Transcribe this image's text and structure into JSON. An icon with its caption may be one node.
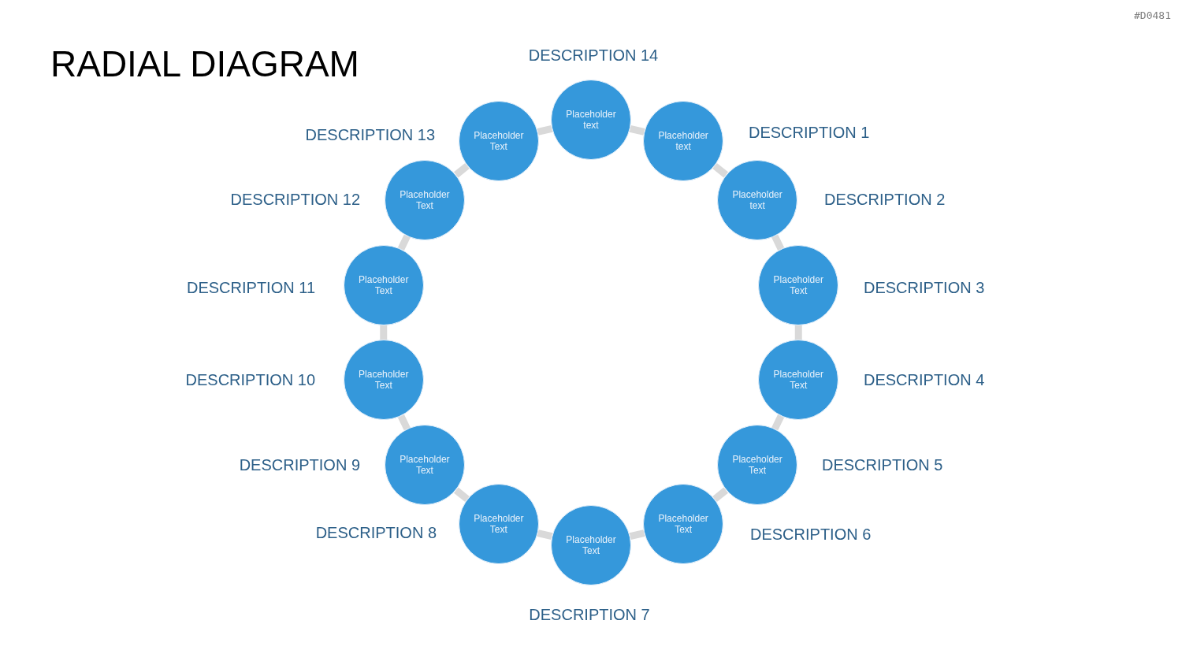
{
  "diagram": {
    "title": "RADIAL DIAGRAM",
    "nodes": [
      {
        "text": [
          "Placeholder text"
        ],
        "beside": [
          "DESCRIPTION 1"
        ]
      },
      {
        "text": [
          "Placeholder text"
        ],
        "beside": [
          "DESCRIPTION 2"
        ]
      },
      {
        "text": [
          "Placeholder Text"
        ],
        "beside": [
          "DESCRIPTION 3"
        ]
      },
      {
        "text": [
          "Placeholder Text"
        ],
        "beside": [
          "DESCRIPTION 4"
        ]
      },
      {
        "text": [
          "Placeholder Text"
        ],
        "beside": [
          "DESCRIPTION 5"
        ]
      },
      {
        "text": [
          "Placeholder Text"
        ],
        "beside": [
          "DESCRIPTION 6"
        ]
      },
      {
        "text": [
          "Placeholder Text"
        ],
        "beside": [
          "DESCRIPTION 7"
        ]
      },
      {
        "text": [
          "Placeholder Text"
        ],
        "beside": [
          "DESCRIPTION 8"
        ]
      },
      {
        "text": [
          "Placeholder Text"
        ],
        "beside": [
          "DESCRIPTION 9"
        ]
      },
      {
        "text": [
          "Placeholder Text"
        ],
        "beside": [
          "DESCRIPTION 10"
        ]
      },
      {
        "text": [
          "Placeholder Text"
        ],
        "beside": [
          "DESCRIPTION 11"
        ]
      },
      {
        "text": [
          "Placeholder Text"
        ],
        "beside": [
          "DESCRIPTION 12"
        ]
      },
      {
        "text": [
          "Placeholder Text"
        ],
        "beside": [
          "DESCRIPTION 13"
        ]
      },
      {
        "text": [
          "Placeholder text"
        ],
        "beside": [
          "DESCRIPTION 14"
        ]
      }
    ],
    "edges": [
      {
        "from": 0,
        "to": 1,
        "arrow": "none"
      },
      {
        "from": 1,
        "to": 2,
        "arrow": "none"
      },
      {
        "from": 2,
        "to": 3,
        "arrow": "none"
      },
      {
        "from": 3,
        "to": 4,
        "arrow": "none"
      },
      {
        "from": 4,
        "to": 5,
        "arrow": "none"
      },
      {
        "from": 5,
        "to": 6,
        "arrow": "none"
      },
      {
        "from": 6,
        "to": 7,
        "arrow": "none"
      },
      {
        "from": 7,
        "to": 8,
        "arrow": "none"
      },
      {
        "from": 8,
        "to": 9,
        "arrow": "none"
      },
      {
        "from": 9,
        "to": 10,
        "arrow": "none"
      },
      {
        "from": 10,
        "to": 11,
        "arrow": "none"
      },
      {
        "from": 11,
        "to": 12,
        "arrow": "none"
      },
      {
        "from": 12,
        "to": 13,
        "arrow": "none"
      },
      {
        "from": 13,
        "to": 0,
        "arrow": "none"
      }
    ],
    "labels": [
      "#D0481"
    ]
  }
}
